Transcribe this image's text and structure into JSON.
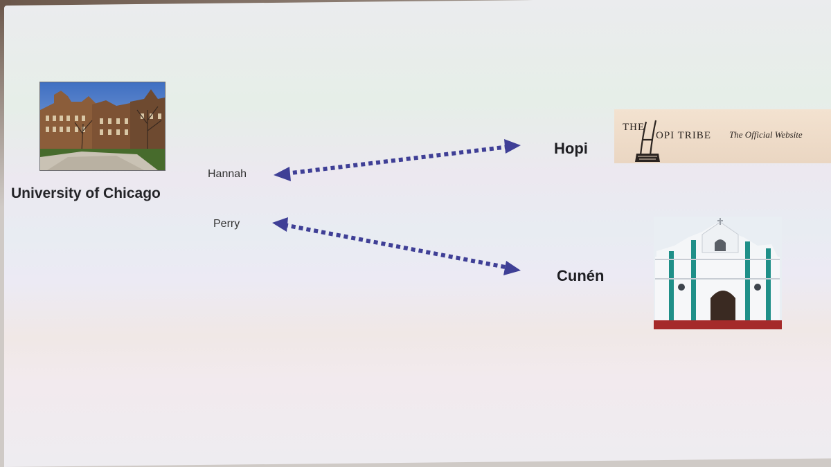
{
  "slide": {
    "university_label": "University of Chicago",
    "people": {
      "hannah": "Hannah",
      "perry": "Perry"
    },
    "destinations": {
      "hopi": "Hopi",
      "cunen": "Cunén"
    },
    "hopi_banner": {
      "the": "THE",
      "tribe": "OPI TRIBE",
      "official": "The Official Website"
    },
    "colors": {
      "arrow": "#3f3f96"
    }
  }
}
